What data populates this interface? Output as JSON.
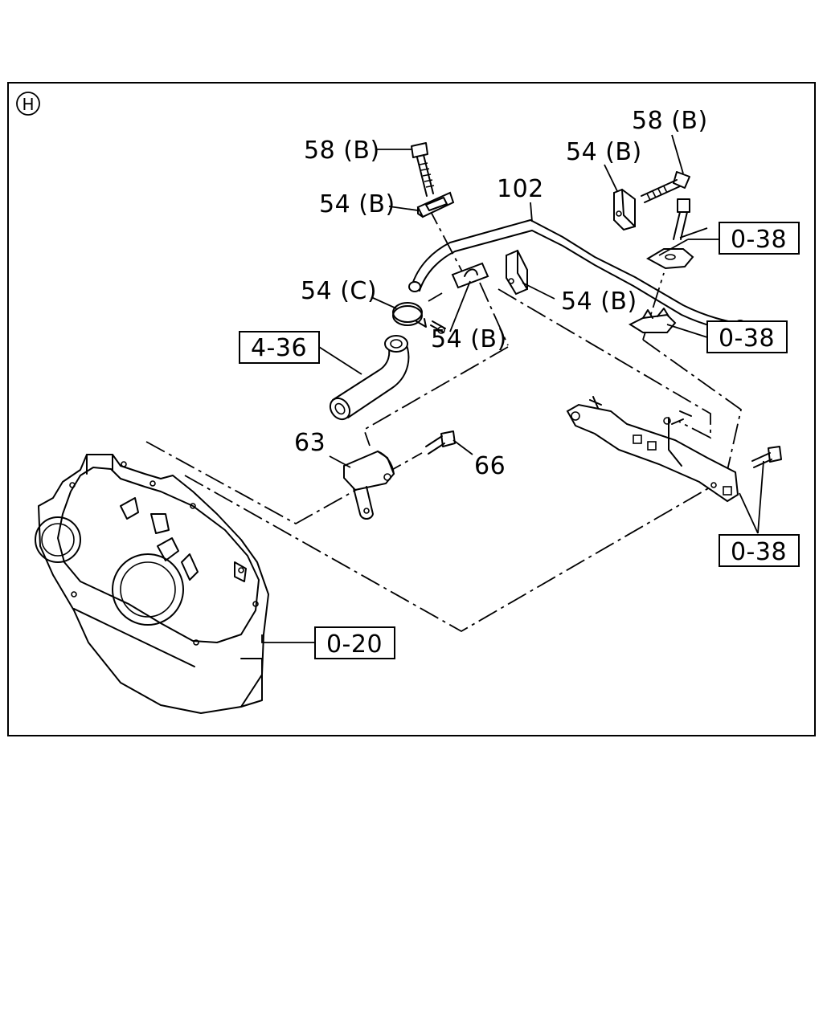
{
  "section_marker": "H",
  "callouts": {
    "bolt_58b_left": "58 (B)",
    "bolt_58b_right": "58 (B)",
    "clamp_54b_upper_left": "54 (B)",
    "clamp_54b_upper_right": "54 (B)",
    "clamp_54b_middle_right": "54 (B)",
    "clamp_54b_lower": "54 (B)",
    "clamp_54c": "54 (C)",
    "pipe_102": "102",
    "bracket_63": "63",
    "bolt_66": "66"
  },
  "reference_boxes": {
    "ref_4_36": "4-36",
    "ref_0_38_top": "0-38",
    "ref_0_38_middle": "0-38",
    "ref_0_38_bottom": "0-38",
    "ref_0_20": "0-20"
  }
}
